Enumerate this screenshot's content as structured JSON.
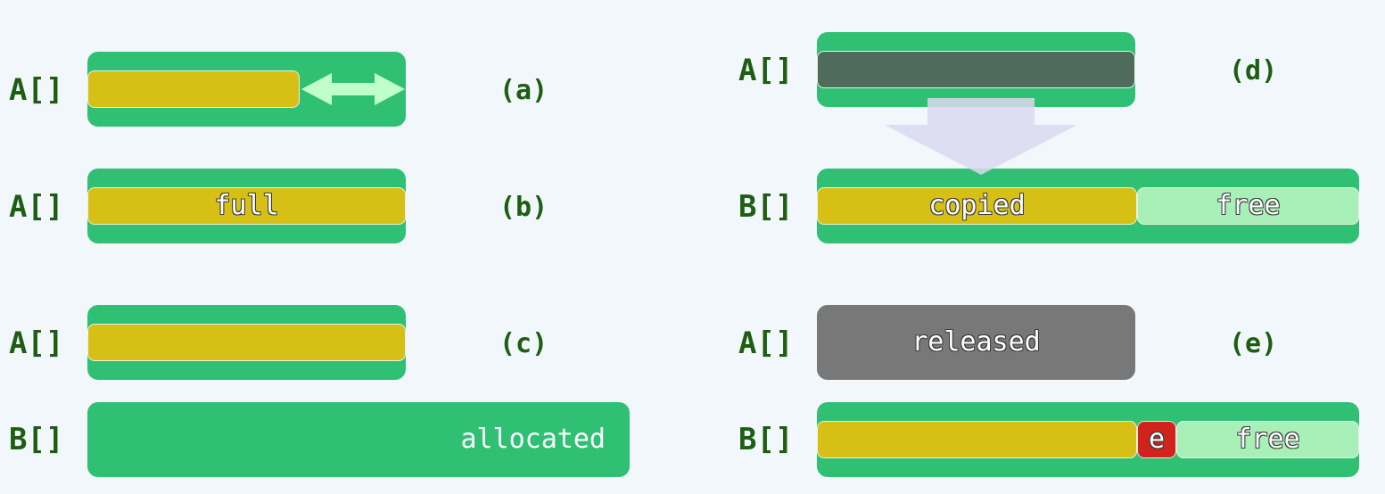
{
  "panels": {
    "a": {
      "tag": "(a)",
      "array_a_label": "A[]"
    },
    "b": {
      "tag": "(b)",
      "array_a_label": "A[]",
      "full_text": "full"
    },
    "c": {
      "tag": "(c)",
      "array_a_label": "A[]",
      "array_b_label": "B[]",
      "allocated_text": "allocated"
    },
    "d": {
      "tag": "(d)",
      "array_a_label": "A[]",
      "array_b_label": "B[]",
      "copied_text": "copied",
      "free_text": "free"
    },
    "e": {
      "tag": "(e)",
      "array_a_label": "A[]",
      "array_b_label": "B[]",
      "released_text": "released",
      "element_text": "e",
      "free_text": "free"
    }
  },
  "colors": {
    "container": "#30c074",
    "filled": "#d6c015",
    "free": "#a8f0b8",
    "old": "#4e6b5b",
    "released": "#787878",
    "new_element": "#d0231c",
    "label": "#1d5e12",
    "arrow": "#c0ffcc"
  },
  "icons": {
    "grow": "double-arrow-icon",
    "copy": "down-arrow-icon"
  }
}
